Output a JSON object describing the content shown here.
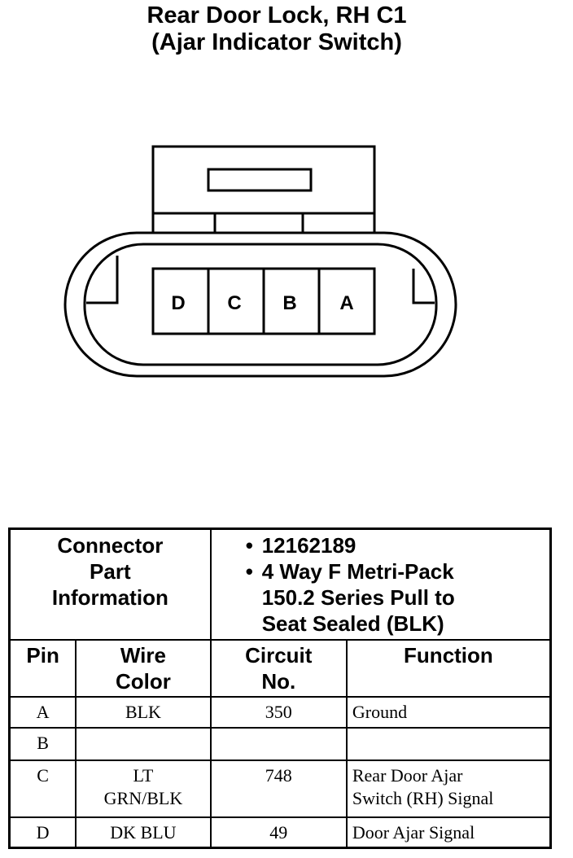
{
  "title": {
    "line1": "Rear Door Lock, RH C1",
    "line2": "(Ajar Indicator Switch)"
  },
  "connector": {
    "cavities": [
      "D",
      "C",
      "B",
      "A"
    ]
  },
  "table": {
    "part_info_label": "Connector Part Information",
    "part_info": [
      "12162189",
      "4 Way F Metri-Pack 150.2 Series Pull to Seat Sealed (BLK)"
    ],
    "part_info_lines": [
      "12162189",
      "4 Way F Metri-Pack",
      "150.2 Series Pull to",
      "Seat Sealed (BLK)"
    ],
    "headers": {
      "pin": "Pin",
      "wire_color_line1": "Wire",
      "wire_color_line2": "Color",
      "circuit_line1": "Circuit",
      "circuit_line2": "No.",
      "function": "Function"
    },
    "rows": [
      {
        "pin": "A",
        "color_line1": "BLK",
        "color_line2": "",
        "circuit": "350",
        "function_line1": "Ground",
        "function_line2": ""
      },
      {
        "pin": "B",
        "color_line1": "",
        "color_line2": "",
        "circuit": "",
        "function_line1": "",
        "function_line2": ""
      },
      {
        "pin": "C",
        "color_line1": "LT",
        "color_line2": "GRN/BLK",
        "circuit": "748",
        "function_line1": "Rear Door Ajar",
        "function_line2": "Switch (RH) Signal"
      },
      {
        "pin": "D",
        "color_line1": "DK BLU",
        "color_line2": "",
        "circuit": "49",
        "function_line1": "Door Ajar Signal",
        "function_line2": ""
      }
    ]
  }
}
